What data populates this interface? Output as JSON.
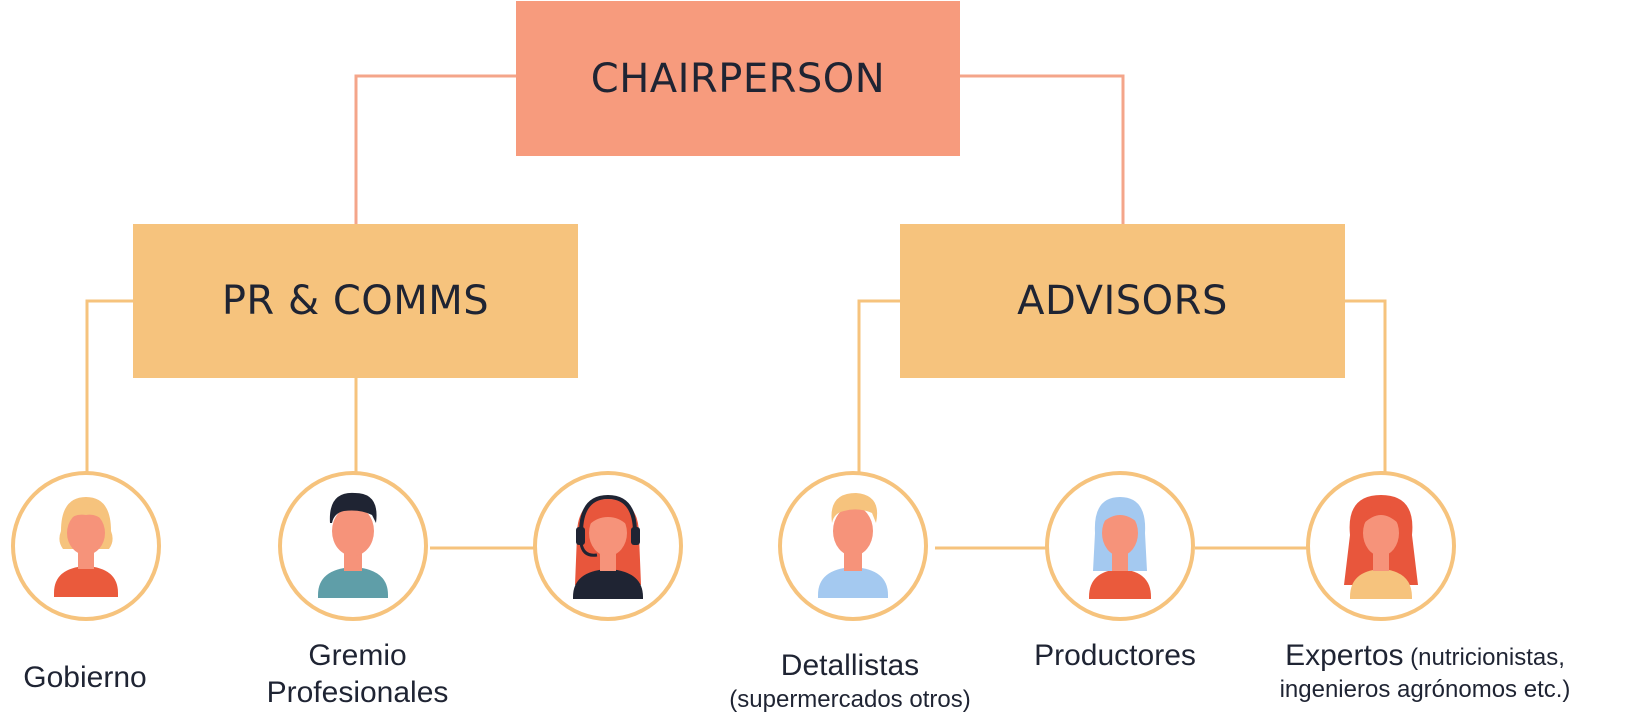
{
  "boxes": {
    "chairperson": "CHAIRPERSON",
    "pr_comms": "PR & COMMS",
    "advisors": "ADVISORS"
  },
  "people": [
    {
      "name": "Gobierno",
      "note": "",
      "icon": "woman-blonde-icon"
    },
    {
      "name": "Gremio",
      "name2": "Profesionales",
      "icon": "man-dark-hair-icon"
    },
    {
      "name": "",
      "icon": "headset-agent-icon"
    },
    {
      "name": "Detallistas",
      "note": "(supermercados otros)",
      "icon": "man-blonde-icon"
    },
    {
      "name": "Productores",
      "note": "",
      "icon": "woman-blue-hair-icon"
    },
    {
      "name": "Expertos",
      "note": " (nutricionistas,",
      "note2": "ingenieros agrónomos etc.)",
      "icon": "woman-red-hair-icon"
    }
  ],
  "colors": {
    "top_box": "#f79b7d",
    "mid_box": "#f6c37d",
    "top_connector": "#f4a58a",
    "bottom_connector": "#f6c37d",
    "text": "#1f2433"
  }
}
